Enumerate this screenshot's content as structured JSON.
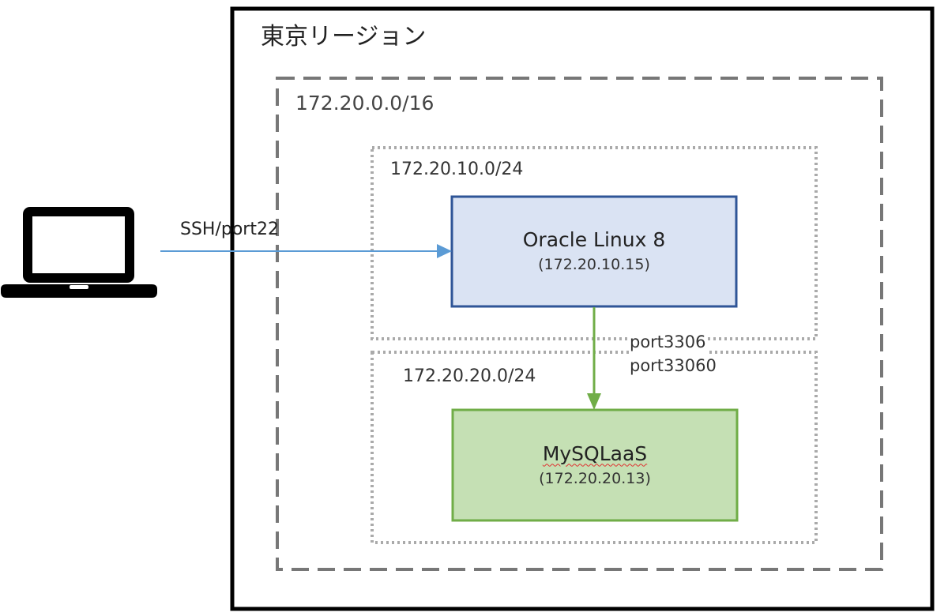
{
  "region": {
    "label": "東京リージョン"
  },
  "vcn": {
    "cidr": "172.20.0.0/16"
  },
  "subnets": [
    {
      "cidr": "172.20.10.0/24"
    },
    {
      "cidr": "172.20.20.0/24"
    }
  ],
  "nodes": {
    "oracle": {
      "title": "Oracle Linux 8",
      "ip": "(172.20.10.15)"
    },
    "mysql": {
      "title": "MySQLaaS",
      "ip": "(172.20.20.13)"
    }
  },
  "connections": {
    "ssh": {
      "label": "SSH/port22"
    },
    "db": {
      "ports": [
        "port3306",
        "port33060"
      ]
    }
  },
  "colors": {
    "region_border": "#000000",
    "vcn_border": "#777777",
    "subnet_border": "#aaaaaa",
    "oracle_fill": "#dae3f3",
    "oracle_border": "#2f5597",
    "mysql_fill": "#c5e0b4",
    "mysql_border": "#70ad47",
    "ssh_arrow": "#5b9bd5",
    "db_arrow": "#70ad47"
  }
}
